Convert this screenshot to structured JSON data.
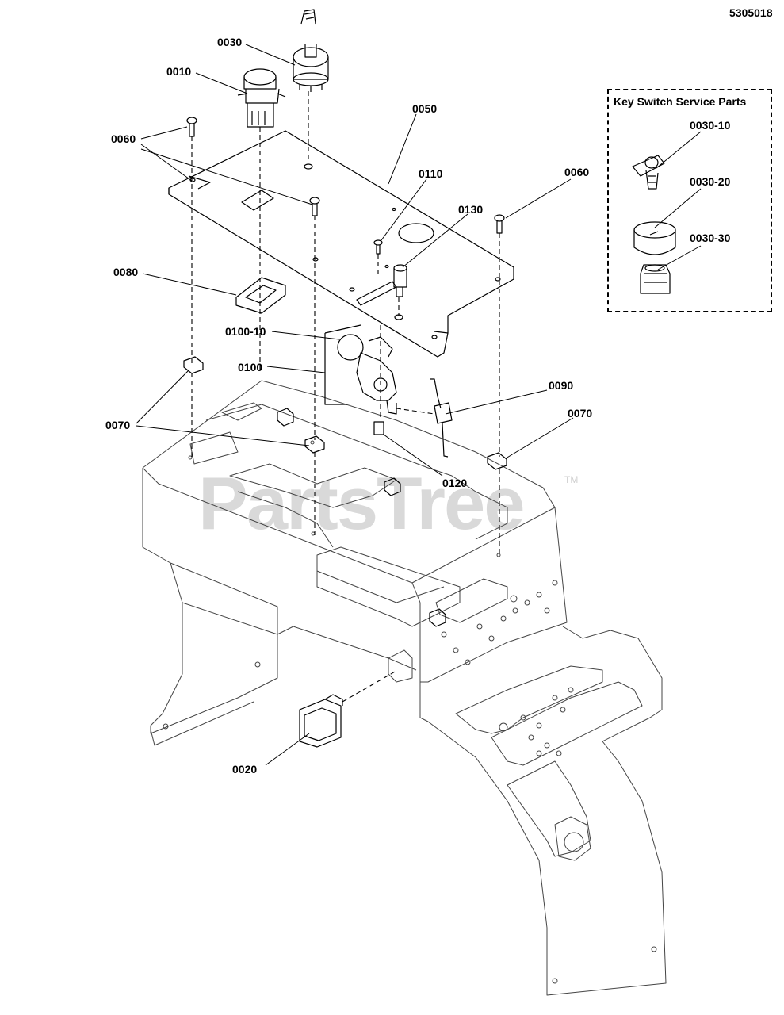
{
  "diagram_number": "5305018",
  "watermark": "PartsTree",
  "watermark_mark": "TM",
  "inset_title": "Key Switch Service Parts",
  "callouts": {
    "c0010": "0010",
    "c0020": "0020",
    "c0030": "0030",
    "c0050": "0050",
    "c0060a": "0060",
    "c0060b": "0060",
    "c0070a": "0070",
    "c0070b": "0070",
    "c0080": "0080",
    "c0090": "0090",
    "c0100": "0100",
    "c0100_10": "0100-10",
    "c0110": "0110",
    "c0120": "0120",
    "c0130": "0130",
    "c0030_10": "0030-10",
    "c0030_20": "0030-20",
    "c0030_30": "0030-30"
  }
}
